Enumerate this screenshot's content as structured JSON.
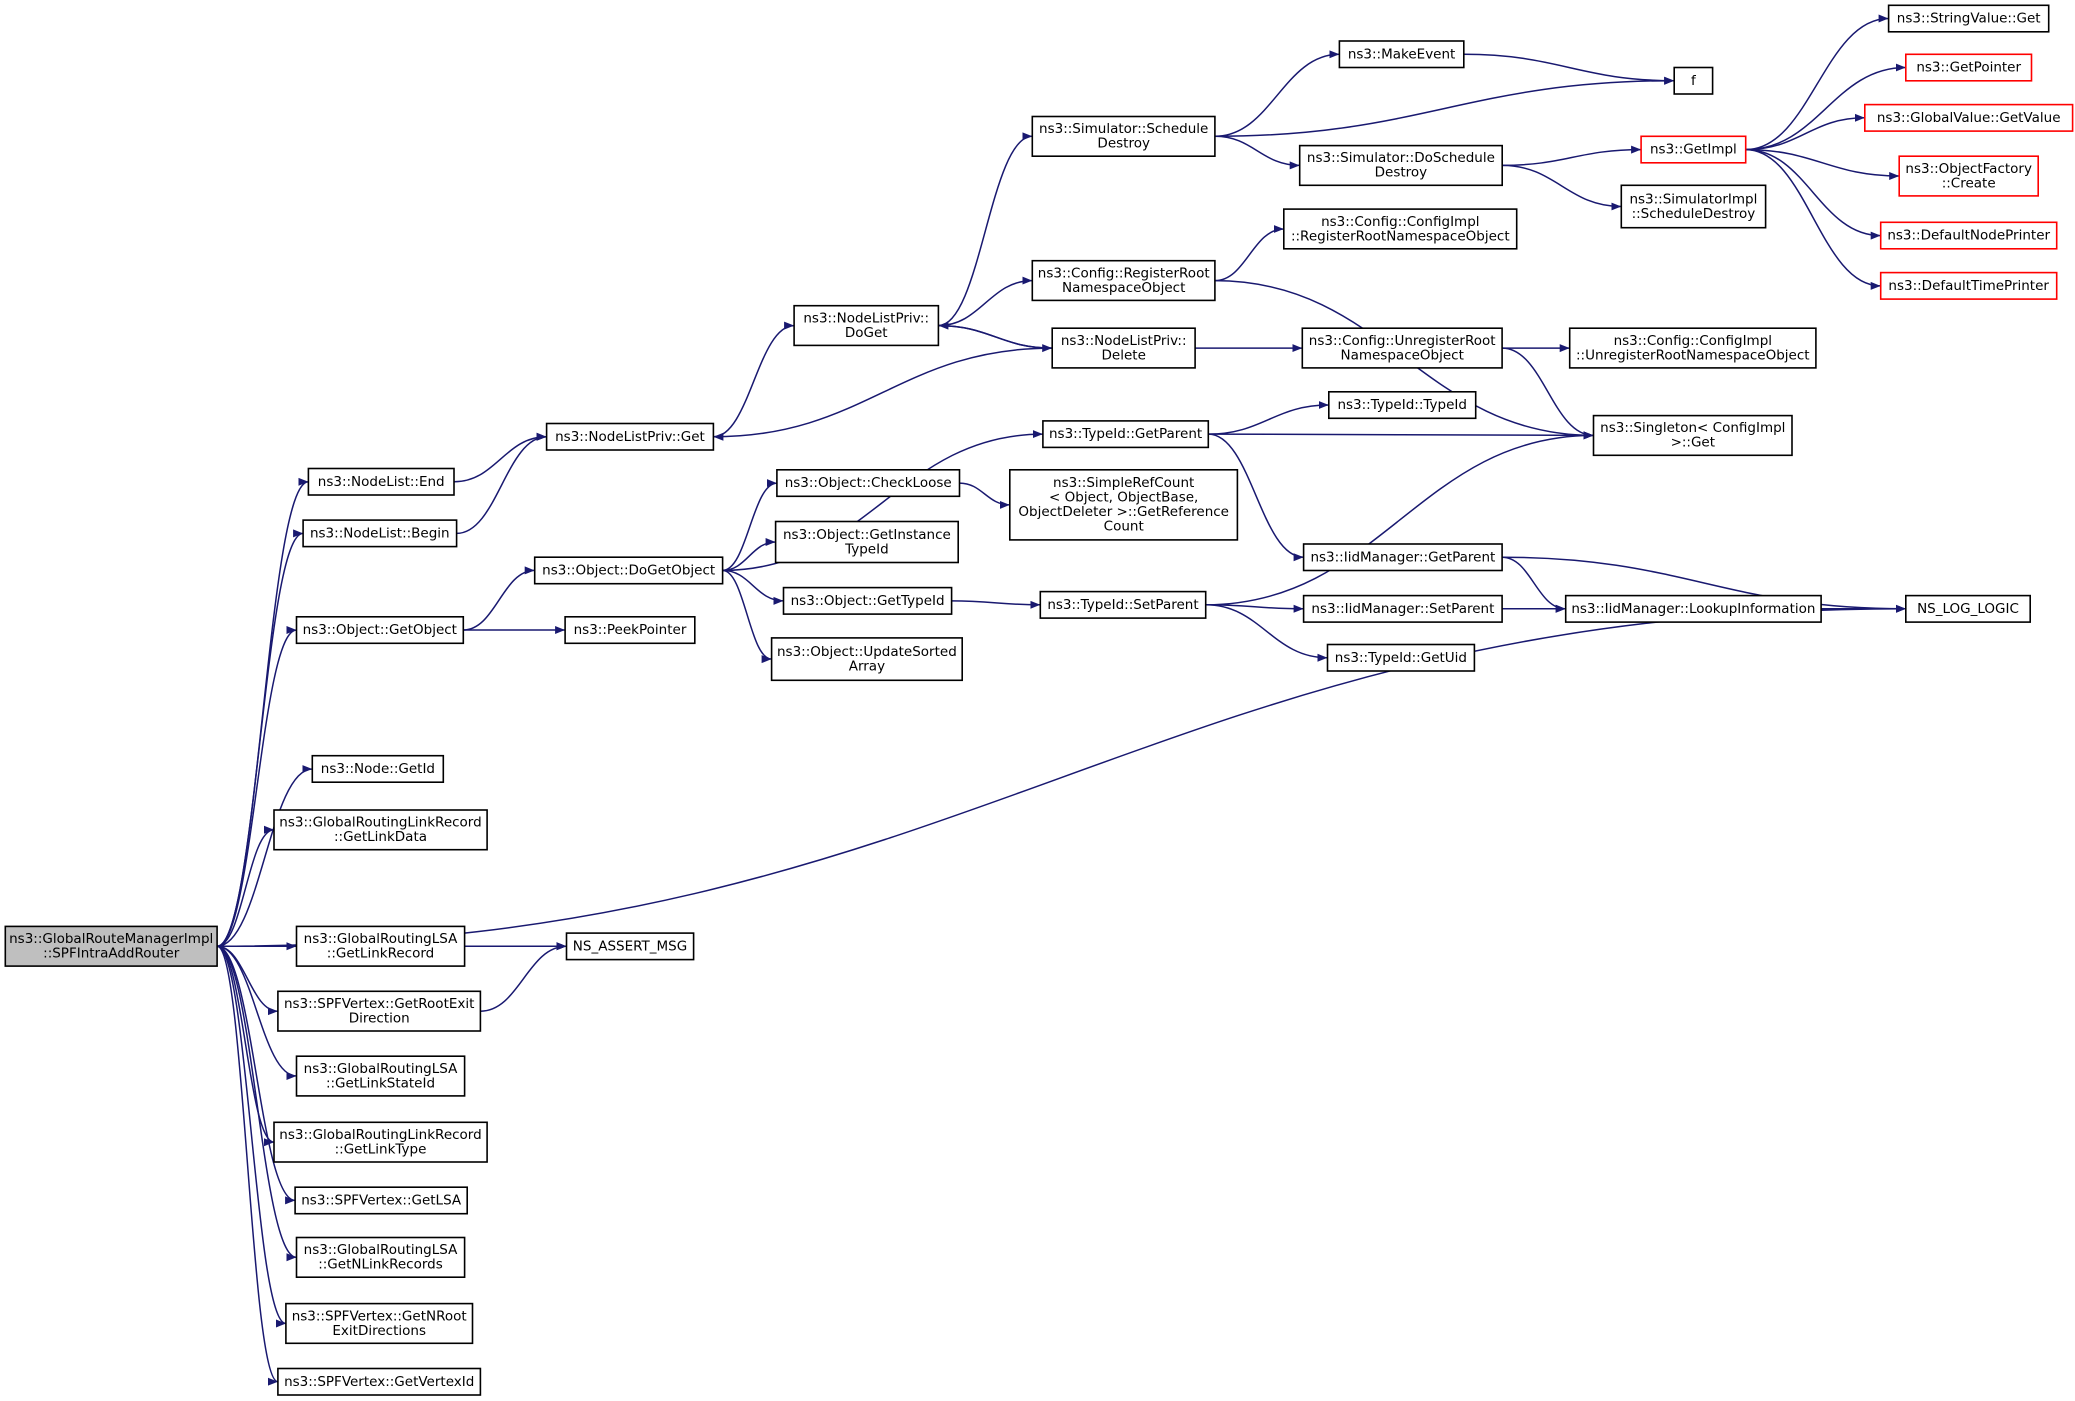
{
  "colors": {
    "edge": "#191970",
    "box_border": "#000000",
    "external_border": "#ff0000",
    "root_fill": "#bfbfbf"
  },
  "nodes": [
    {
      "id": "root",
      "lines": [
        "ns3::GlobalRouteManagerImpl",
        "::SPFIntraAddRouter"
      ],
      "kind": "root"
    },
    {
      "id": "nodelist_end",
      "lines": [
        "ns3::NodeList::End"
      ]
    },
    {
      "id": "nodelist_begin",
      "lines": [
        "ns3::NodeList::Begin"
      ]
    },
    {
      "id": "object_getobject",
      "lines": [
        "ns3::Object::GetObject"
      ]
    },
    {
      "id": "node_getid",
      "lines": [
        "ns3::Node::GetId"
      ]
    },
    {
      "id": "grlr_getlinkdata",
      "lines": [
        "ns3::GlobalRoutingLinkRecord",
        "::GetLinkData"
      ]
    },
    {
      "id": "grlsa_getlinkrecord",
      "lines": [
        "ns3::GlobalRoutingLSA",
        "::GetLinkRecord"
      ]
    },
    {
      "id": "spf_getrootexit",
      "lines": [
        "ns3::SPFVertex::GetRootExit",
        "Direction"
      ]
    },
    {
      "id": "grlsa_getlinkstateid",
      "lines": [
        "ns3::GlobalRoutingLSA",
        "::GetLinkStateId"
      ]
    },
    {
      "id": "grlr_getlinktype",
      "lines": [
        "ns3::GlobalRoutingLinkRecord",
        "::GetLinkType"
      ]
    },
    {
      "id": "spf_getlsa",
      "lines": [
        "ns3::SPFVertex::GetLSA"
      ]
    },
    {
      "id": "grlsa_getnlinkrecords",
      "lines": [
        "ns3::GlobalRoutingLSA",
        "::GetNLinkRecords"
      ]
    },
    {
      "id": "spf_getnrootexit",
      "lines": [
        "ns3::SPFVertex::GetNRoot",
        "ExitDirections"
      ]
    },
    {
      "id": "spf_getvertexid",
      "lines": [
        "ns3::SPFVertex::GetVertexId"
      ]
    },
    {
      "id": "nodelistpriv_get",
      "lines": [
        "ns3::NodeListPriv::Get"
      ]
    },
    {
      "id": "nodelistpriv_doget",
      "lines": [
        "ns3::NodeListPriv::",
        "DoGet"
      ]
    },
    {
      "id": "nodelistpriv_delete",
      "lines": [
        "ns3::NodeListPriv::",
        "Delete"
      ]
    },
    {
      "id": "simulator_scheduledestroy",
      "lines": [
        "ns3::Simulator::Schedule",
        "Destroy"
      ]
    },
    {
      "id": "makeevent",
      "lines": [
        "ns3::MakeEvent"
      ]
    },
    {
      "id": "f",
      "lines": [
        "f"
      ]
    },
    {
      "id": "simulator_doscheduledestroy",
      "lines": [
        "ns3::Simulator::DoSchedule",
        "Destroy"
      ]
    },
    {
      "id": "getimpl",
      "lines": [
        "ns3::GetImpl"
      ],
      "kind": "ext"
    },
    {
      "id": "simulatorimpl_scheduledestroy",
      "lines": [
        "ns3::SimulatorImpl",
        "::ScheduleDestroy"
      ]
    },
    {
      "id": "stringvalue_get",
      "lines": [
        "ns3::StringValue::Get"
      ]
    },
    {
      "id": "getpointer",
      "lines": [
        "ns3::GetPointer"
      ],
      "kind": "ext"
    },
    {
      "id": "globalvalue_getvalue",
      "lines": [
        "ns3::GlobalValue::GetValue"
      ],
      "kind": "ext"
    },
    {
      "id": "objectfactory_create",
      "lines": [
        "ns3::ObjectFactory",
        "::Create"
      ],
      "kind": "ext"
    },
    {
      "id": "defaultnodeprinter",
      "lines": [
        "ns3::DefaultNodePrinter"
      ],
      "kind": "ext"
    },
    {
      "id": "defaulttimeprinter",
      "lines": [
        "ns3::DefaultTimePrinter"
      ],
      "kind": "ext"
    },
    {
      "id": "config_registerroot",
      "lines": [
        "ns3::Config::RegisterRoot",
        "NamespaceObject"
      ]
    },
    {
      "id": "configimpl_registerroot",
      "lines": [
        "ns3::Config::ConfigImpl",
        "::RegisterRootNamespaceObject"
      ]
    },
    {
      "id": "config_unregisterroot",
      "lines": [
        "ns3::Config::UnregisterRoot",
        "NamespaceObject"
      ]
    },
    {
      "id": "configimpl_unregisterroot",
      "lines": [
        "ns3::Config::ConfigImpl",
        "::UnregisterRootNamespaceObject"
      ]
    },
    {
      "id": "singleton_get",
      "lines": [
        "ns3::Singleton< ConfigImpl",
        " >::Get"
      ]
    },
    {
      "id": "typeid_getparent",
      "lines": [
        "ns3::TypeId::GetParent"
      ]
    },
    {
      "id": "typeid_typeid",
      "lines": [
        "ns3::TypeId::TypeId"
      ]
    },
    {
      "id": "object_dogetobject",
      "lines": [
        "ns3::Object::DoGetObject"
      ]
    },
    {
      "id": "peekpointer",
      "lines": [
        "ns3::PeekPointer"
      ]
    },
    {
      "id": "object_checkloose",
      "lines": [
        "ns3::Object::CheckLoose"
      ]
    },
    {
      "id": "simplerefcount",
      "lines": [
        "ns3::SimpleRefCount",
        "< Object, ObjectBase,",
        " ObjectDeleter >::GetReference",
        "Count"
      ]
    },
    {
      "id": "object_getinstancetypeid",
      "lines": [
        "ns3::Object::GetInstance",
        "TypeId"
      ]
    },
    {
      "id": "object_gettypeid",
      "lines": [
        "ns3::Object::GetTypeId"
      ]
    },
    {
      "id": "object_updatesortedarray",
      "lines": [
        "ns3::Object::UpdateSorted",
        "Array"
      ]
    },
    {
      "id": "typeid_setparent",
      "lines": [
        "ns3::TypeId::SetParent"
      ]
    },
    {
      "id": "iidmanager_getparent",
      "lines": [
        "ns3::IidManager::GetParent"
      ]
    },
    {
      "id": "iidmanager_setparent",
      "lines": [
        "ns3::IidManager::SetParent"
      ]
    },
    {
      "id": "iidmanager_lookupinformation",
      "lines": [
        "ns3::IidManager::LookupInformation"
      ]
    },
    {
      "id": "typeid_getuid",
      "lines": [
        "ns3::TypeId::GetUid"
      ]
    },
    {
      "id": "ns_log_logic",
      "lines": [
        "NS_LOG_LOGIC"
      ]
    },
    {
      "id": "ns_assert_msg",
      "lines": [
        "NS_ASSERT_MSG"
      ]
    }
  ],
  "edges": [
    [
      "root",
      "nodelist_end"
    ],
    [
      "root",
      "nodelist_begin"
    ],
    [
      "root",
      "object_getobject"
    ],
    [
      "root",
      "ns_log_logic"
    ],
    [
      "root",
      "node_getid"
    ],
    [
      "root",
      "grlr_getlinkdata"
    ],
    [
      "root",
      "ns_assert_msg"
    ],
    [
      "root",
      "grlsa_getlinkrecord"
    ],
    [
      "root",
      "spf_getrootexit"
    ],
    [
      "root",
      "grlsa_getlinkstateid"
    ],
    [
      "root",
      "grlr_getlinktype"
    ],
    [
      "root",
      "spf_getlsa"
    ],
    [
      "root",
      "grlsa_getnlinkrecords"
    ],
    [
      "root",
      "spf_getnrootexit"
    ],
    [
      "root",
      "spf_getvertexid"
    ],
    [
      "nodelist_end",
      "nodelistpriv_get"
    ],
    [
      "nodelist_begin",
      "nodelistpriv_get"
    ],
    [
      "nodelistpriv_get",
      "nodelistpriv_doget"
    ],
    [
      "nodelistpriv_doget",
      "simulator_scheduledestroy"
    ],
    [
      "nodelistpriv_doget",
      "config_registerroot"
    ],
    [
      "nodelistpriv_doget",
      "nodelistpriv_delete"
    ],
    [
      "nodelistpriv_delete",
      "nodelistpriv_doget"
    ],
    [
      "nodelistpriv_delete",
      "nodelistpriv_get"
    ],
    [
      "nodelistpriv_delete",
      "config_unregisterroot"
    ],
    [
      "simulator_scheduledestroy",
      "makeevent"
    ],
    [
      "simulator_scheduledestroy",
      "f"
    ],
    [
      "simulator_scheduledestroy",
      "simulator_doscheduledestroy"
    ],
    [
      "makeevent",
      "f"
    ],
    [
      "simulator_doscheduledestroy",
      "getimpl"
    ],
    [
      "simulator_doscheduledestroy",
      "simulatorimpl_scheduledestroy"
    ],
    [
      "getimpl",
      "stringvalue_get"
    ],
    [
      "getimpl",
      "getpointer"
    ],
    [
      "getimpl",
      "globalvalue_getvalue"
    ],
    [
      "getimpl",
      "objectfactory_create"
    ],
    [
      "getimpl",
      "defaultnodeprinter"
    ],
    [
      "getimpl",
      "defaulttimeprinter"
    ],
    [
      "config_registerroot",
      "configimpl_registerroot"
    ],
    [
      "config_registerroot",
      "singleton_get"
    ],
    [
      "config_unregisterroot",
      "configimpl_unregisterroot"
    ],
    [
      "config_unregisterroot",
      "singleton_get"
    ],
    [
      "object_getobject",
      "object_dogetobject"
    ],
    [
      "object_getobject",
      "peekpointer"
    ],
    [
      "object_dogetobject",
      "typeid_getparent"
    ],
    [
      "object_dogetobject",
      "object_checkloose"
    ],
    [
      "object_dogetobject",
      "object_getinstancetypeid"
    ],
    [
      "object_dogetobject",
      "object_gettypeid"
    ],
    [
      "object_dogetobject",
      "object_updatesortedarray"
    ],
    [
      "object_checkloose",
      "simplerefcount"
    ],
    [
      "typeid_getparent",
      "typeid_typeid"
    ],
    [
      "typeid_getparent",
      "singleton_get"
    ],
    [
      "typeid_getparent",
      "iidmanager_getparent"
    ],
    [
      "object_gettypeid",
      "typeid_setparent"
    ],
    [
      "typeid_setparent",
      "singleton_get"
    ],
    [
      "typeid_setparent",
      "iidmanager_setparent"
    ],
    [
      "typeid_setparent",
      "typeid_getuid"
    ],
    [
      "iidmanager_getparent",
      "iidmanager_lookupinformation"
    ],
    [
      "iidmanager_getparent",
      "ns_log_logic"
    ],
    [
      "iidmanager_setparent",
      "iidmanager_lookupinformation"
    ],
    [
      "iidmanager_lookupinformation",
      "ns_log_logic"
    ],
    [
      "grlsa_getlinkrecord",
      "ns_assert_msg"
    ],
    [
      "spf_getrootexit",
      "ns_assert_msg"
    ]
  ]
}
